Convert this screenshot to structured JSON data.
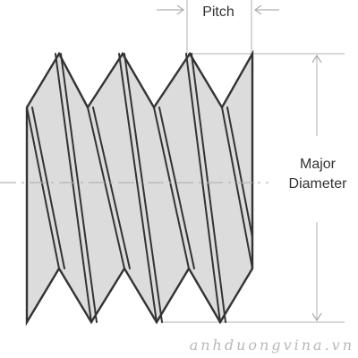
{
  "labels": {
    "pitch": "Pitch",
    "major_line1": "Major",
    "major_line2": "Diameter"
  },
  "watermark": "anhduongvina.vn",
  "colors": {
    "body_fill": "#dcdcdc",
    "outline": "#333333",
    "dim_line": "#b0b0b0",
    "center_line": "#b4b4b4",
    "text": "#333333",
    "watermark": "#b8b8b8"
  }
}
